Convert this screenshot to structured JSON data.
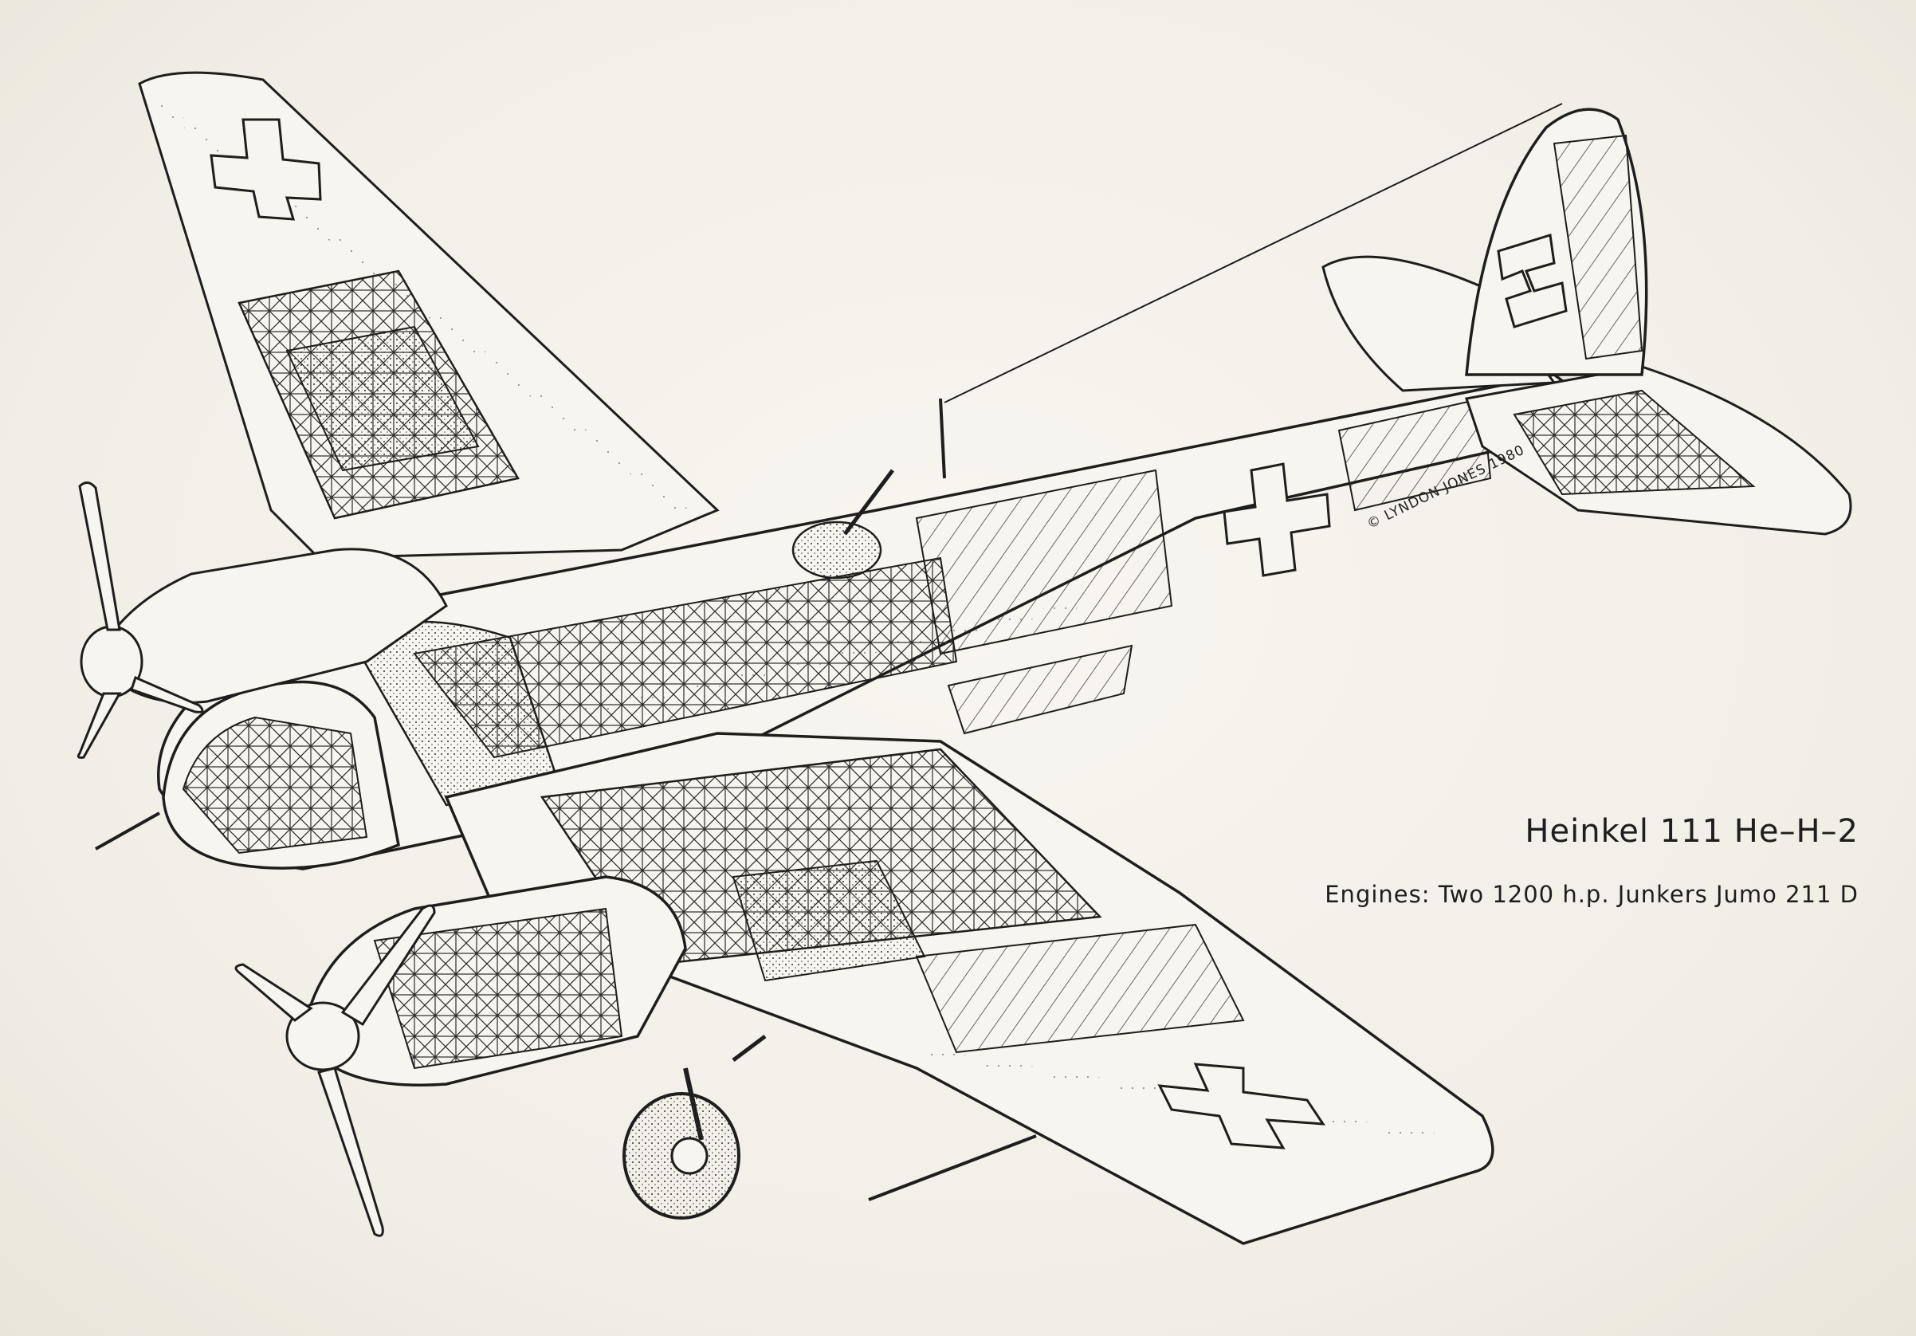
{
  "caption": {
    "title": "Heinkel  111  He–H–2",
    "subtitle": "Engines:  Two  1200 h.p.  Junkers  Jumo  211 D"
  },
  "signature": "© LYNDON JONES 1980",
  "colors": {
    "ink": "#1e1e1e",
    "paper": "#f4f1ea"
  }
}
